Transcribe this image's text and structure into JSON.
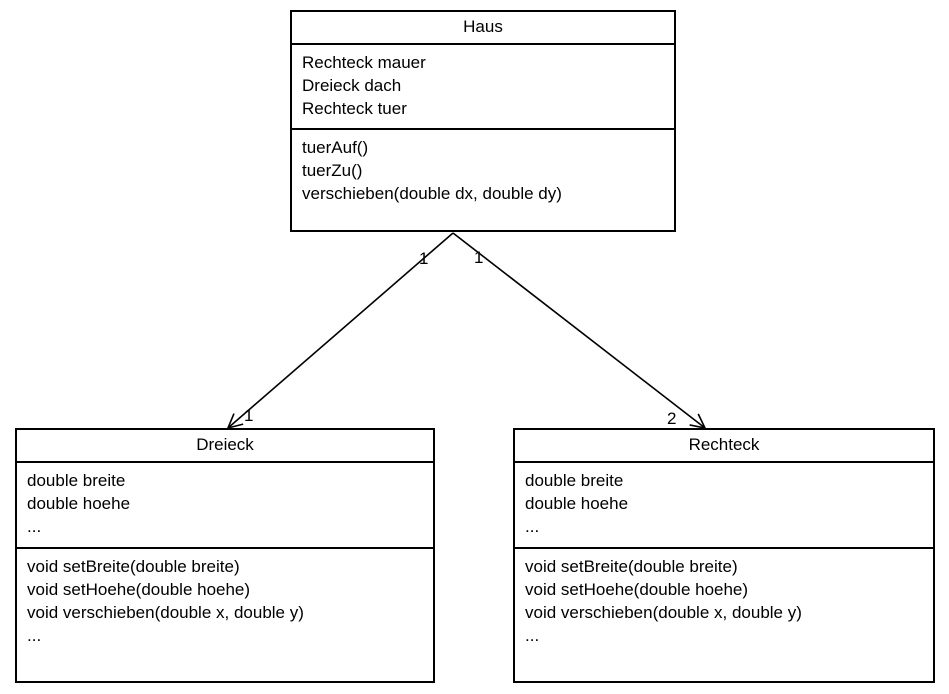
{
  "diagram": {
    "type": "uml-class-diagram",
    "background_color": "#ffffff",
    "line_color": "#000000",
    "classes": {
      "haus": {
        "name": "Haus",
        "attributes": [
          "Rechteck mauer",
          "Dreieck dach",
          "Rechteck tuer"
        ],
        "methods": [
          "tuerAuf()",
          "tuerZu()",
          "verschieben(double dx, double dy)"
        ]
      },
      "dreieck": {
        "name": "Dreieck",
        "attributes": [
          "double breite",
          "double hoehe",
          "..."
        ],
        "methods": [
          "void setBreite(double breite)",
          "void setHoehe(double hoehe)",
          "void verschieben(double x, double y)",
          "..."
        ]
      },
      "rechteck": {
        "name": "Rechteck",
        "attributes": [
          "double breite",
          "double hoehe",
          "..."
        ],
        "methods": [
          "void setBreite(double breite)",
          "void setHoehe(double hoehe)",
          "void verschieben(double x, double y)",
          "..."
        ]
      }
    },
    "associations": {
      "haus_dreieck": {
        "from": "Haus",
        "to": "Dreieck",
        "from_multiplicity": "1",
        "to_multiplicity": "1"
      },
      "haus_rechteck": {
        "from": "Haus",
        "to": "Rechteck",
        "from_multiplicity": "1",
        "to_multiplicity": "2"
      }
    }
  }
}
